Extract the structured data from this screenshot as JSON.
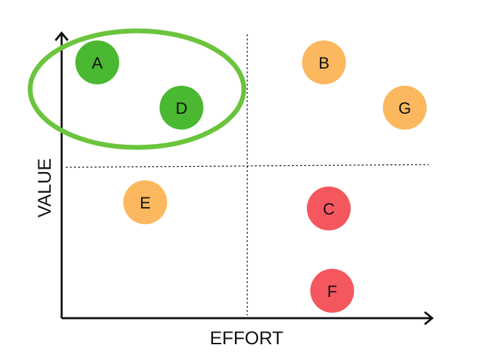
{
  "colors": {
    "green": "#4ab830",
    "orange": "#fbb85e",
    "red": "#f4575e",
    "highlight": "#6bc43d",
    "axis": "#111111"
  },
  "x_axis": {
    "label": "EFFORT"
  },
  "y_axis": {
    "label": "VALUE"
  },
  "items": [
    {
      "label": "A",
      "color": "green"
    },
    {
      "label": "B",
      "color": "orange"
    },
    {
      "label": "C",
      "color": "red"
    },
    {
      "label": "D",
      "color": "green"
    },
    {
      "label": "E",
      "color": "orange"
    },
    {
      "label": "F",
      "color": "red"
    },
    {
      "label": "G",
      "color": "orange"
    }
  ],
  "highlight": {
    "shape": "ellipse",
    "color": "highlight",
    "encloses": [
      "A",
      "D"
    ]
  }
}
